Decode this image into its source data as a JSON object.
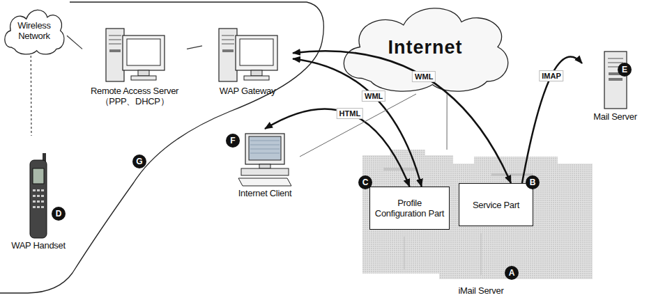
{
  "diagram": {
    "nodes": [
      {
        "text": [
          "Wireless Network"
        ]
      },
      {
        "text": [
          "Remote Access Server",
          "（PPP、DHCP）"
        ]
      },
      {
        "text": [
          "WAP Gateway"
        ]
      },
      {
        "text": [
          "Internet"
        ]
      },
      {
        "text": [
          "Mail Server"
        ]
      },
      {
        "text": [
          "Internet Client"
        ]
      },
      {
        "text": [
          "iMail Server"
        ]
      },
      {
        "text": [
          "Profile Configuration Part"
        ],
        "in": 6
      },
      {
        "text": [
          "Service Part"
        ],
        "in": 6
      },
      {
        "text": [
          "WAP Handset"
        ]
      }
    ],
    "edges": [
      {
        "from": 0,
        "to": 1,
        "arrow": "none"
      },
      {
        "from": 1,
        "to": 2,
        "arrow": "none"
      },
      {
        "from": 0,
        "to": 9,
        "arrow": "none"
      },
      {
        "from": 2,
        "to": 7,
        "label": "WML",
        "arrow": "both"
      },
      {
        "from": 2,
        "to": 8,
        "label": "WML",
        "arrow": "both"
      },
      {
        "from": 7,
        "to": 5,
        "label": "HTML",
        "arrow": "both"
      },
      {
        "from": 8,
        "to": 4,
        "label": "IMAP",
        "arrow": "to"
      },
      {
        "from": 5,
        "to": 3,
        "arrow": "none"
      },
      {
        "from": 3,
        "to": 6,
        "arrow": "none"
      }
    ],
    "labels": [
      "E",
      "G",
      "D",
      "F",
      "C",
      "B",
      "A"
    ]
  }
}
